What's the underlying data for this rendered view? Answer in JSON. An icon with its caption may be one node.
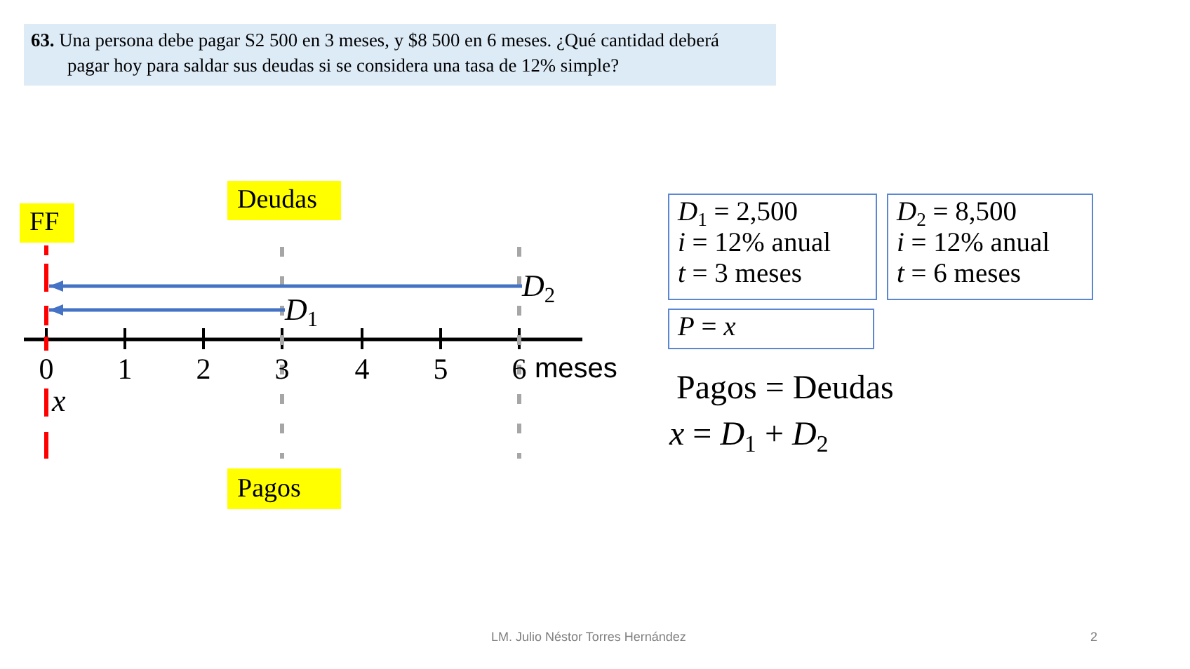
{
  "diagram": {
    "title": "**63.** Una persona debe pagar S2 500 en 3 meses, y $8 500 en 6 meses. ¿Qué cantidad deberá pagar hoy para saldar sus deudas si se considera una tasa de 12% simple?",
    "nodes": [
      {
        "text": [
          "Deudas"
        ]
      },
      {
        "text": [
          "FF"
        ]
      },
      {
        "text": [],
        "shape": "line"
      },
      {
        "text": [
          "*D*$_{2}$"
        ]
      },
      {
        "text": [
          "*D*$_{1}$"
        ]
      },
      {
        "text": [
          "Pagos"
        ]
      },
      {
        "text": [
          "*D*$_{1}$ = 2,500",
          "*i* = 12% anual",
          "*t* = 3 meses"
        ]
      },
      {
        "text": [
          "*D*$_{2}$ = 8,500",
          "*i* = 12% anual",
          "*t* = 6 meses"
        ]
      },
      {
        "text": [
          "*P* = *x*"
        ]
      }
    ],
    "edges": [
      {
        "from": 3,
        "to": 2,
        "arrow": "to"
      },
      {
        "from": 4,
        "to": 2,
        "arrow": "to"
      }
    ],
    "labels": [
      "0",
      "1",
      "2",
      "3",
      "4",
      "5",
      "6",
      "meses",
      "x",
      "Pagos = Deudas",
      "*x* = *D*$_{1}$ + *D*$_{2}$",
      "LM. Julio Néstor Torres Hernández",
      "2"
    ]
  }
}
